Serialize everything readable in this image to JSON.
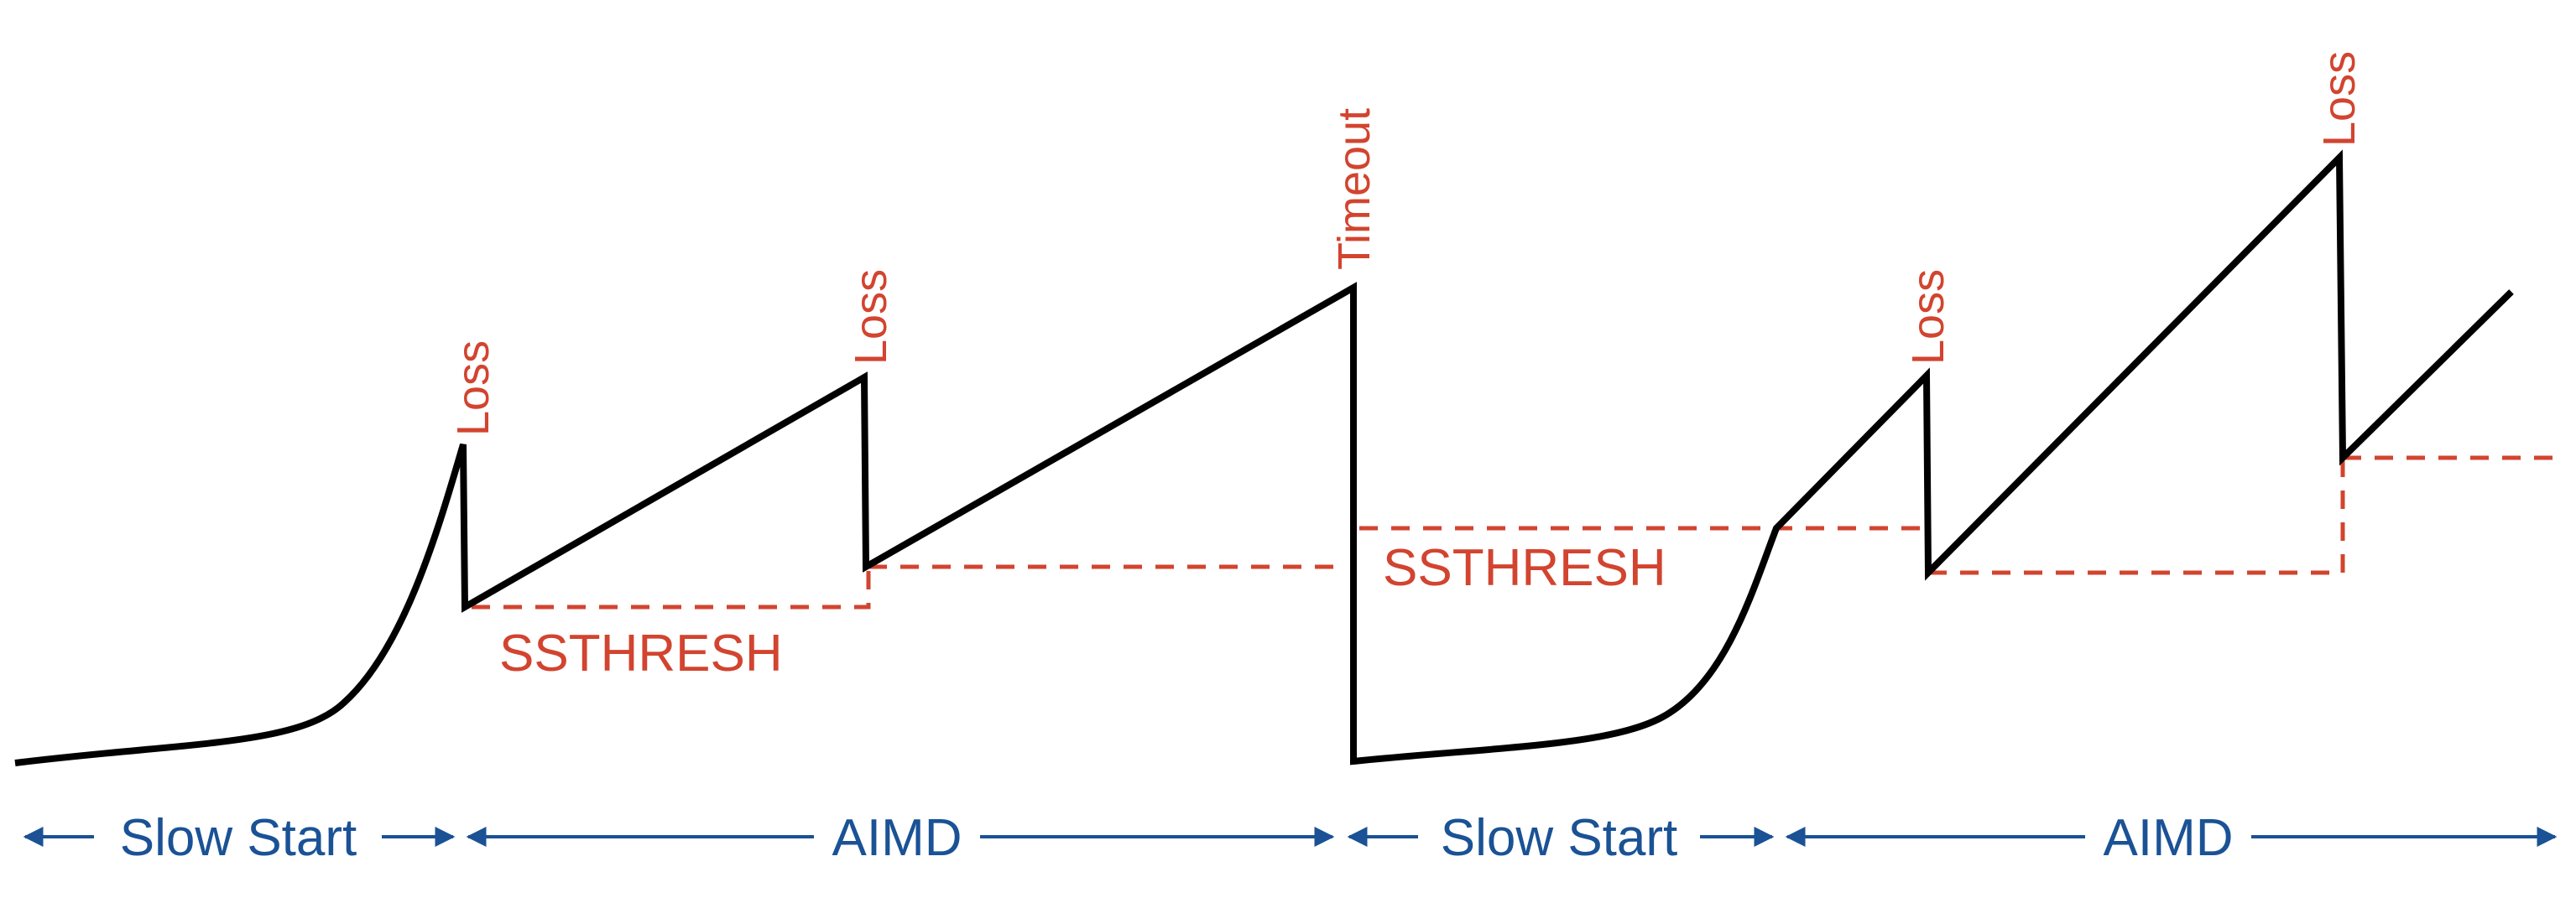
{
  "colors": {
    "curve": "#000000",
    "accent": "#d2442f",
    "phase": "#1a5295"
  },
  "events": [
    {
      "label": "Loss"
    },
    {
      "label": "Loss"
    },
    {
      "label": "Timeout"
    },
    {
      "label": "Loss"
    },
    {
      "label": "Loss"
    }
  ],
  "ssthresh_labels": [
    "SSTHRESH",
    "SSTHRESH"
  ],
  "phases": [
    {
      "label": "Slow Start"
    },
    {
      "label": "AIMD"
    },
    {
      "label": "Slow Start"
    },
    {
      "label": "AIMD"
    }
  ]
}
